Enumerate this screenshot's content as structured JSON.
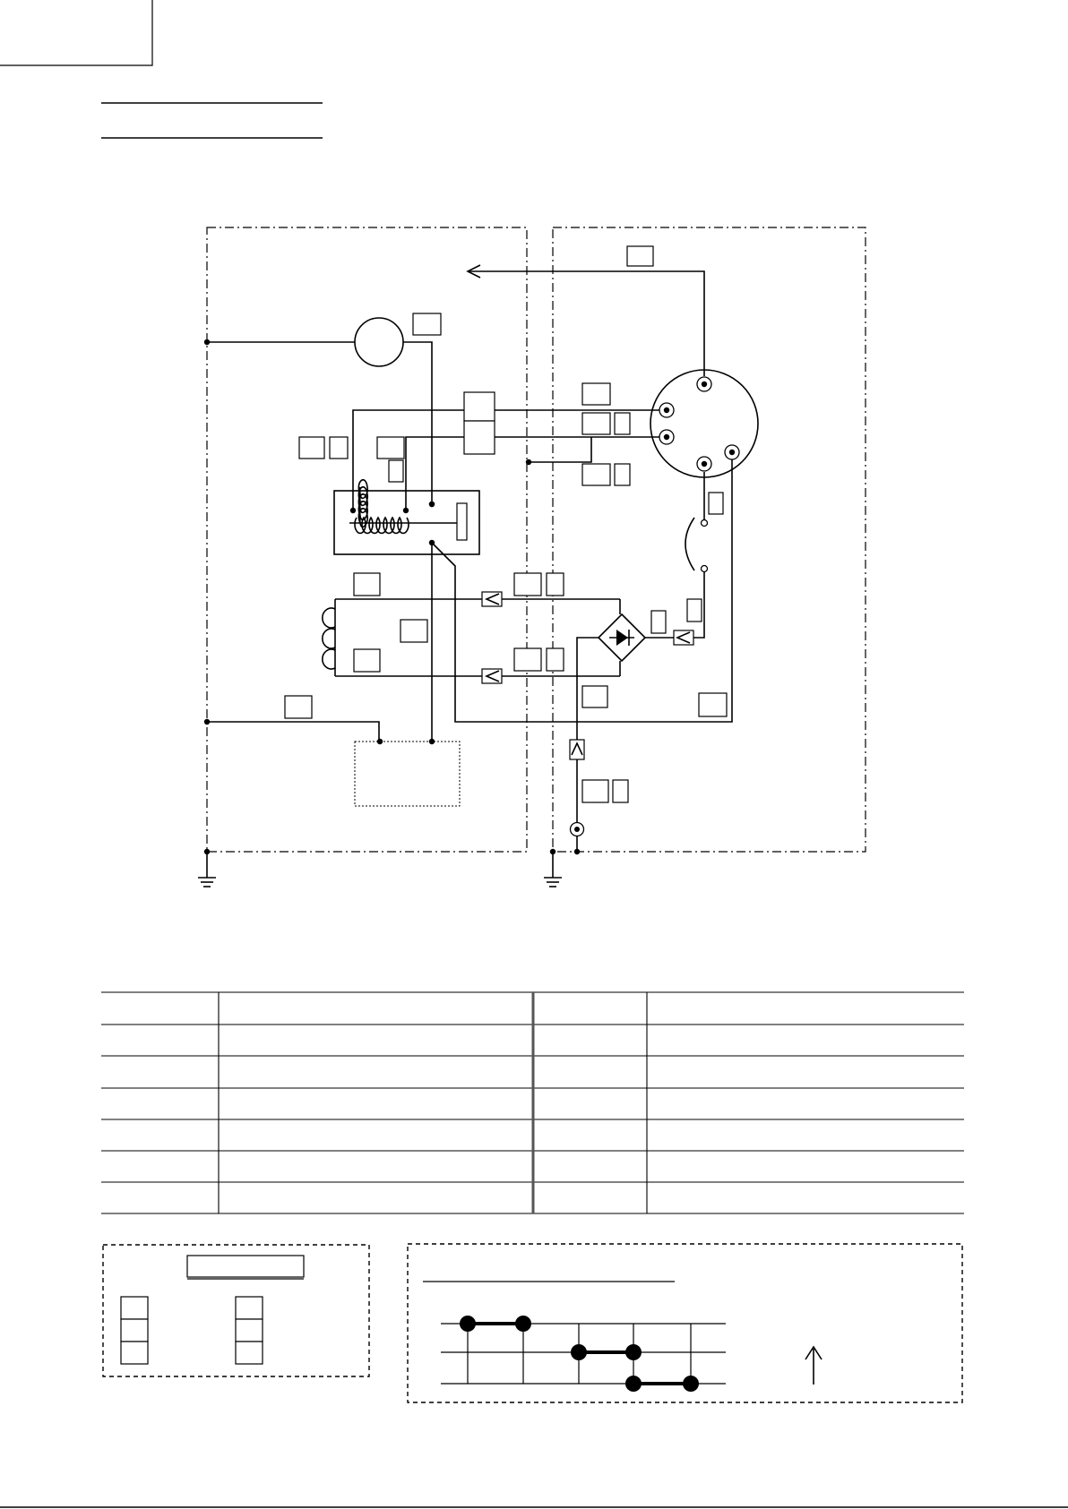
{
  "page": {
    "background": "#ffffff",
    "line_color": "#000000"
  },
  "diagram": {
    "components": [
      "motor-circle",
      "solenoid-relay",
      "heater-coil",
      "bridge-rectifier",
      "rotary-switch",
      "thermal-switch",
      "ground-terminal-left",
      "ground-terminal-right",
      "dotted-sub-unit"
    ]
  },
  "table": {
    "rows": 7,
    "columns": 4
  },
  "legend": {
    "left_box": "label-slots",
    "right_box": "timing-chart",
    "arrow_icon": "up-arrow-icon"
  }
}
